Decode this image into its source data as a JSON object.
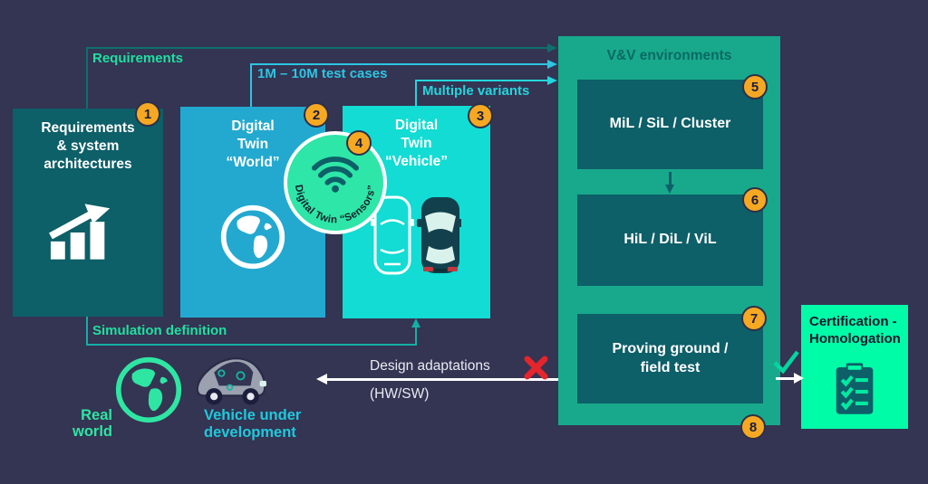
{
  "colors": {
    "background": "#343453",
    "dark_teal_box": "#0D5F68",
    "blue_box": "#23A9D0",
    "cyan_box": "#12DCD3",
    "panel_green": "#18A98C",
    "certification_mint": "#00FCA7",
    "sensor_circle_green": "#2EE6A7",
    "badge_orange": "#F7A823",
    "green_label_text": "#1FE0A0",
    "cyan_label_text": "#2CC6E2",
    "red_cross": "#E4252B",
    "white": "#FFFFFF"
  },
  "flow_labels": {
    "requirements": "Requirements",
    "test_cases": "1M – 10M test cases",
    "multiple_variants": "Multiple variants",
    "simulation_definition": "Simulation definition",
    "design_adaptations": "Design adaptations",
    "design_adaptations_sub": "(HW/SW)"
  },
  "boxes": {
    "requirements_architecture": {
      "badge": "1",
      "label": "Requirements\n& system\narchitectures"
    },
    "digital_twin_world": {
      "badge": "2",
      "label": "Digital\nTwin\n“World”"
    },
    "digital_twin_vehicle": {
      "badge": "3",
      "label": "Digital\nTwin\n“Vehicle”"
    },
    "digital_twin_sensors": {
      "badge": "4",
      "label": "Digital Twin “Sensors”"
    }
  },
  "vv_panel": {
    "title": "V&V environments",
    "stages": [
      {
        "badge": "5",
        "label": "MiL / SiL / Cluster"
      },
      {
        "badge": "6",
        "label": "HiL / DiL / ViL"
      },
      {
        "badge": "7",
        "label": "Proving ground /\nfield test"
      }
    ],
    "exit_badge": "8"
  },
  "certification": {
    "label": "Certification -\nHomologation"
  },
  "bottom": {
    "real_world": "Real\nworld",
    "vehicle_under_development": "Vehicle under\ndevelopment"
  },
  "icons": {
    "growth_chart_icon": "bar-chart-with-rising-arrow",
    "globe_icon": "globe-outline",
    "wifi_icon": "wireless-signal-arcs",
    "cars_top_view_icon": "two-cars-top-view",
    "clipboard_checklist_icon": "clipboard-with-checkmarks",
    "real_world_globe_icon": "globe",
    "prototype_car_icon": "concept-city-car",
    "red_cross_glyph": "✖",
    "green_check_glyph": "✓"
  }
}
